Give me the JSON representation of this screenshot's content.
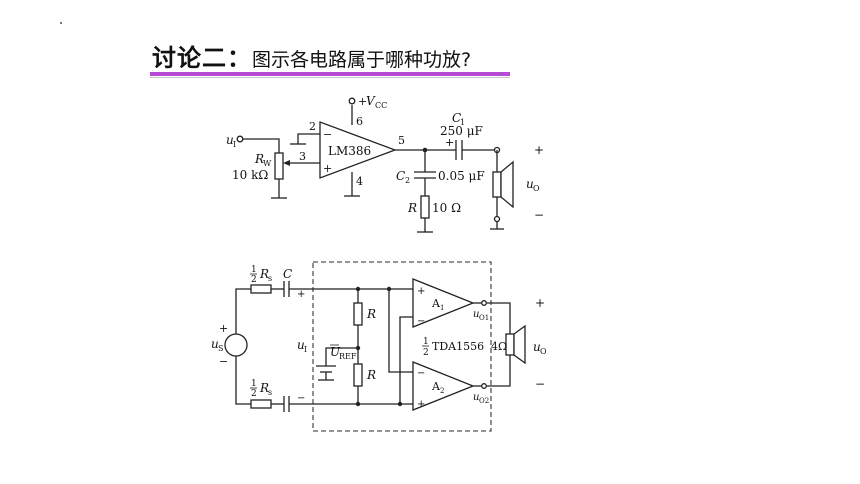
{
  "slide": {
    "title_bold": "讨论二：",
    "title_rest": "图示各电路属于哪种功放?"
  },
  "circuit1": {
    "vcc_prefix": "+",
    "vcc_symbol": "V",
    "vcc_sub": "CC",
    "pin6": "6",
    "pin2": "2",
    "pin3": "3",
    "pin4": "4",
    "pin5": "5",
    "minus": "−",
    "plus": "+",
    "chip": "LM386",
    "input_symbol": "u",
    "input_sub": "I",
    "rw_symbol": "R",
    "rw_sub": "W",
    "rw_value": "10 kΩ",
    "c1_symbol": "C",
    "c1_sub": "1",
    "c1_value": "250 μF",
    "c1_plus": "+",
    "c2_symbol": "C",
    "c2_sub": "2",
    "c2_value": "0.05 μF",
    "r_symbol": "R",
    "r_value": "10 Ω",
    "out_plus": "+",
    "out_minus": "−",
    "out_symbol": "u",
    "out_sub": "O"
  },
  "circuit2": {
    "half_num": "1",
    "half_den": "2",
    "rs_symbol": "R",
    "rs_sub": "s",
    "c_symbol": "C",
    "plus": "+",
    "minus": "−",
    "source_symbol": "u",
    "source_sub": "S",
    "ui_symbol": "u",
    "ui_sub": "I",
    "r_symbol": "R",
    "uref_symbol": "U",
    "uref_sub": "REF",
    "a1_symbol": "A",
    "a1_sub": "1",
    "a2_symbol": "A",
    "a2_sub": "2",
    "chip": "TDA1556",
    "uo1_symbol": "u",
    "uo1_sub": "O1",
    "uo2_symbol": "u",
    "uo2_sub": "O2",
    "load": "4Ω",
    "out_plus": "+",
    "out_minus": "−",
    "out_symbol": "u",
    "out_sub": "O"
  }
}
